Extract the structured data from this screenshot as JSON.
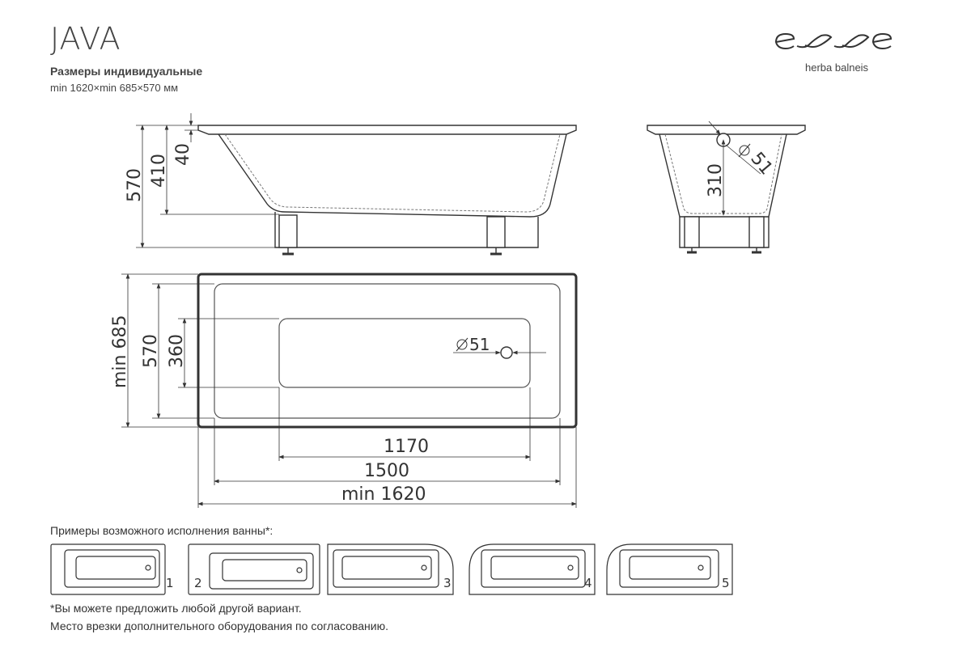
{
  "header": {
    "title": "JAVA",
    "subtitle": "Размеры индивидуальные",
    "size_line": "min 1620×min 685×570 мм"
  },
  "brand": {
    "logo_icon": "esse-logo-icon",
    "tagline": "herba balneis"
  },
  "side_view": {
    "dims": {
      "height_total": "570",
      "height_inner": "410",
      "rim": "40"
    }
  },
  "end_view": {
    "dims": {
      "drain_height": "310",
      "drain_diameter": "51"
    }
  },
  "top_view": {
    "dims": {
      "width": "min 685",
      "inner_width": "570",
      "bottom_width": "360",
      "drain": "51",
      "bottom_length": "1170",
      "inner_length": "1500",
      "length": "min 1620"
    }
  },
  "variants": {
    "caption": "Примеры возможного исполнения ванны*:",
    "items": [
      {
        "number": "1"
      },
      {
        "number": "2"
      },
      {
        "number": "3"
      },
      {
        "number": "4"
      },
      {
        "number": "5"
      }
    ]
  },
  "notes": {
    "note1": "*Вы можете предложить любой другой вариант.",
    "note2": "Место врезки дополнительного оборудования по согласованию."
  },
  "colors": {
    "line": "#333333",
    "dashed": "#888888"
  }
}
